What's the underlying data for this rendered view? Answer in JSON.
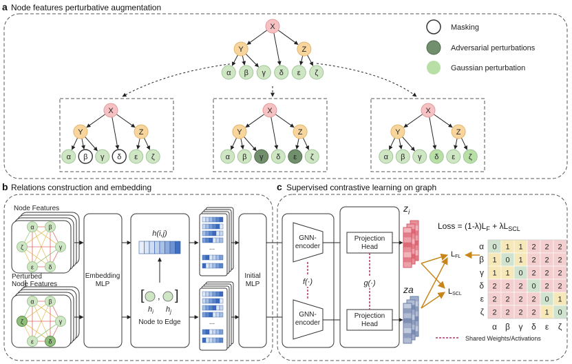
{
  "panel_a": {
    "letter": "a",
    "title": "Node features perturbative augmentation",
    "legend": {
      "masking": "Masking",
      "adversarial": "Adversarial perturbations",
      "gaussian": "Gaussian perturbation"
    },
    "root": "X",
    "mid": [
      "Y",
      "Z"
    ],
    "leaves": [
      "α",
      "β",
      "γ",
      "δ",
      "ε",
      "ζ"
    ]
  },
  "panel_b": {
    "letter": "b",
    "title": "Relations construction and embedding",
    "node_features": "Node Features",
    "perturbed_l1": "Perturbed",
    "perturbed_l2": "Node Features",
    "embedding_l1": "Embedding",
    "embedding_l2": "MLP",
    "h_ij": "h(i,j)",
    "bracket_l": "[",
    "bracket_r": "]",
    "comma": ",",
    "h_i": "h",
    "h_i_sub": "i",
    "h_j": "h",
    "h_j_sub": "j",
    "node_to_edge": "Node to Edge",
    "ellipsis": "...",
    "initial_l1": "Initial",
    "initial_l2": "MLP"
  },
  "panel_c": {
    "letter": "c",
    "title": "Supervised contrastive learning on graph",
    "gnn_l1": "GNN-",
    "gnn_l2": "encoder",
    "proj_l1": "Projection",
    "proj_l2": "Head",
    "f": "f(·)",
    "g": "g(·)",
    "zi": "z",
    "zi_sub": "i",
    "za": "za",
    "loss": "Loss = (1-λ)L",
    "loss_f": "F",
    "loss_plus": " + λL",
    "loss_scl": "SCL",
    "lfl": "L",
    "lfl_sub": "FL",
    "lscl": "L",
    "lscl_sub": "SCL",
    "shared": "Shared Weights/Activations",
    "matrix_labels": [
      "α",
      "β",
      "γ",
      "δ",
      "ε",
      "ζ"
    ],
    "matrix": [
      [
        0,
        1,
        1,
        2,
        2,
        2
      ],
      [
        1,
        0,
        1,
        2,
        2,
        2
      ],
      [
        1,
        1,
        0,
        2,
        2,
        2
      ],
      [
        2,
        2,
        2,
        0,
        2,
        2
      ],
      [
        2,
        2,
        2,
        2,
        0,
        1
      ],
      [
        2,
        2,
        2,
        2,
        1,
        0
      ]
    ],
    "colors": {
      "zero": "#cfe3cf",
      "one": "#f6e8b8",
      "two": "#f3cfd0"
    }
  }
}
